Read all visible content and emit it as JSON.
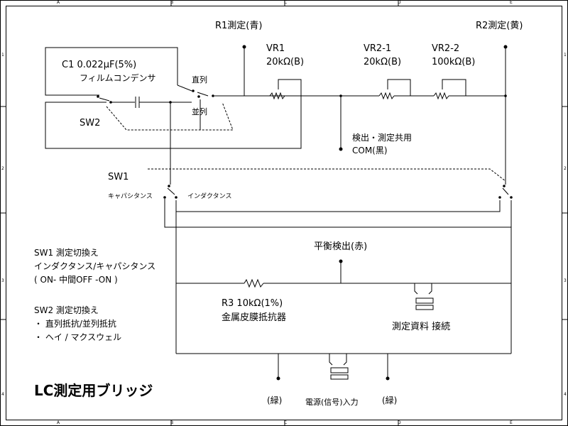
{
  "frame": {
    "column_marks": [
      "A",
      "B",
      "C",
      "D",
      "E"
    ],
    "row_marks": [
      "1",
      "2",
      "3",
      "4"
    ]
  },
  "labels": {
    "r1_measure": "R1測定(青)",
    "r2_measure": "R2測定(黄)",
    "c1": "C1 0.022μF(5%)",
    "c1_type": "フィルムコンデンサ",
    "series": "直列",
    "parallel": "並列",
    "sw2": "SW2",
    "vr1": "VR1",
    "vr1_value": "20kΩ(B)",
    "vr2_1": "VR2-1",
    "vr2_1_value": "20kΩ(B)",
    "vr2_2": "VR2-2",
    "vr2_2_value": "100kΩ(B)",
    "com": "検出・測定共用",
    "com2": "COM(黒)",
    "sw1": "SW1",
    "capacitance": "キャパシタンス",
    "inductance": "インダクタンス",
    "balance": "平衡検出(赤)",
    "r3": "R3 10kΩ(1%)",
    "r3_type": "金属皮膜抵抗器",
    "dut": "測定資料 接続",
    "power_in": "電源(信号)入力",
    "green_left": "(緑)",
    "green_right": "(緑)"
  },
  "notes": {
    "sw1_title": "SW1 測定切換え",
    "sw1_line1": "インダクタンス/キャパシタンス",
    "sw1_line2": "( ON- 中間OFF -ON )",
    "sw2_title": "SW2 測定切換え",
    "sw2_line1": "・ 直列抵抗/並列抵抗",
    "sw2_line2": "・ ヘイ / マクスウェル"
  },
  "title": "LC測定用ブリッジ"
}
